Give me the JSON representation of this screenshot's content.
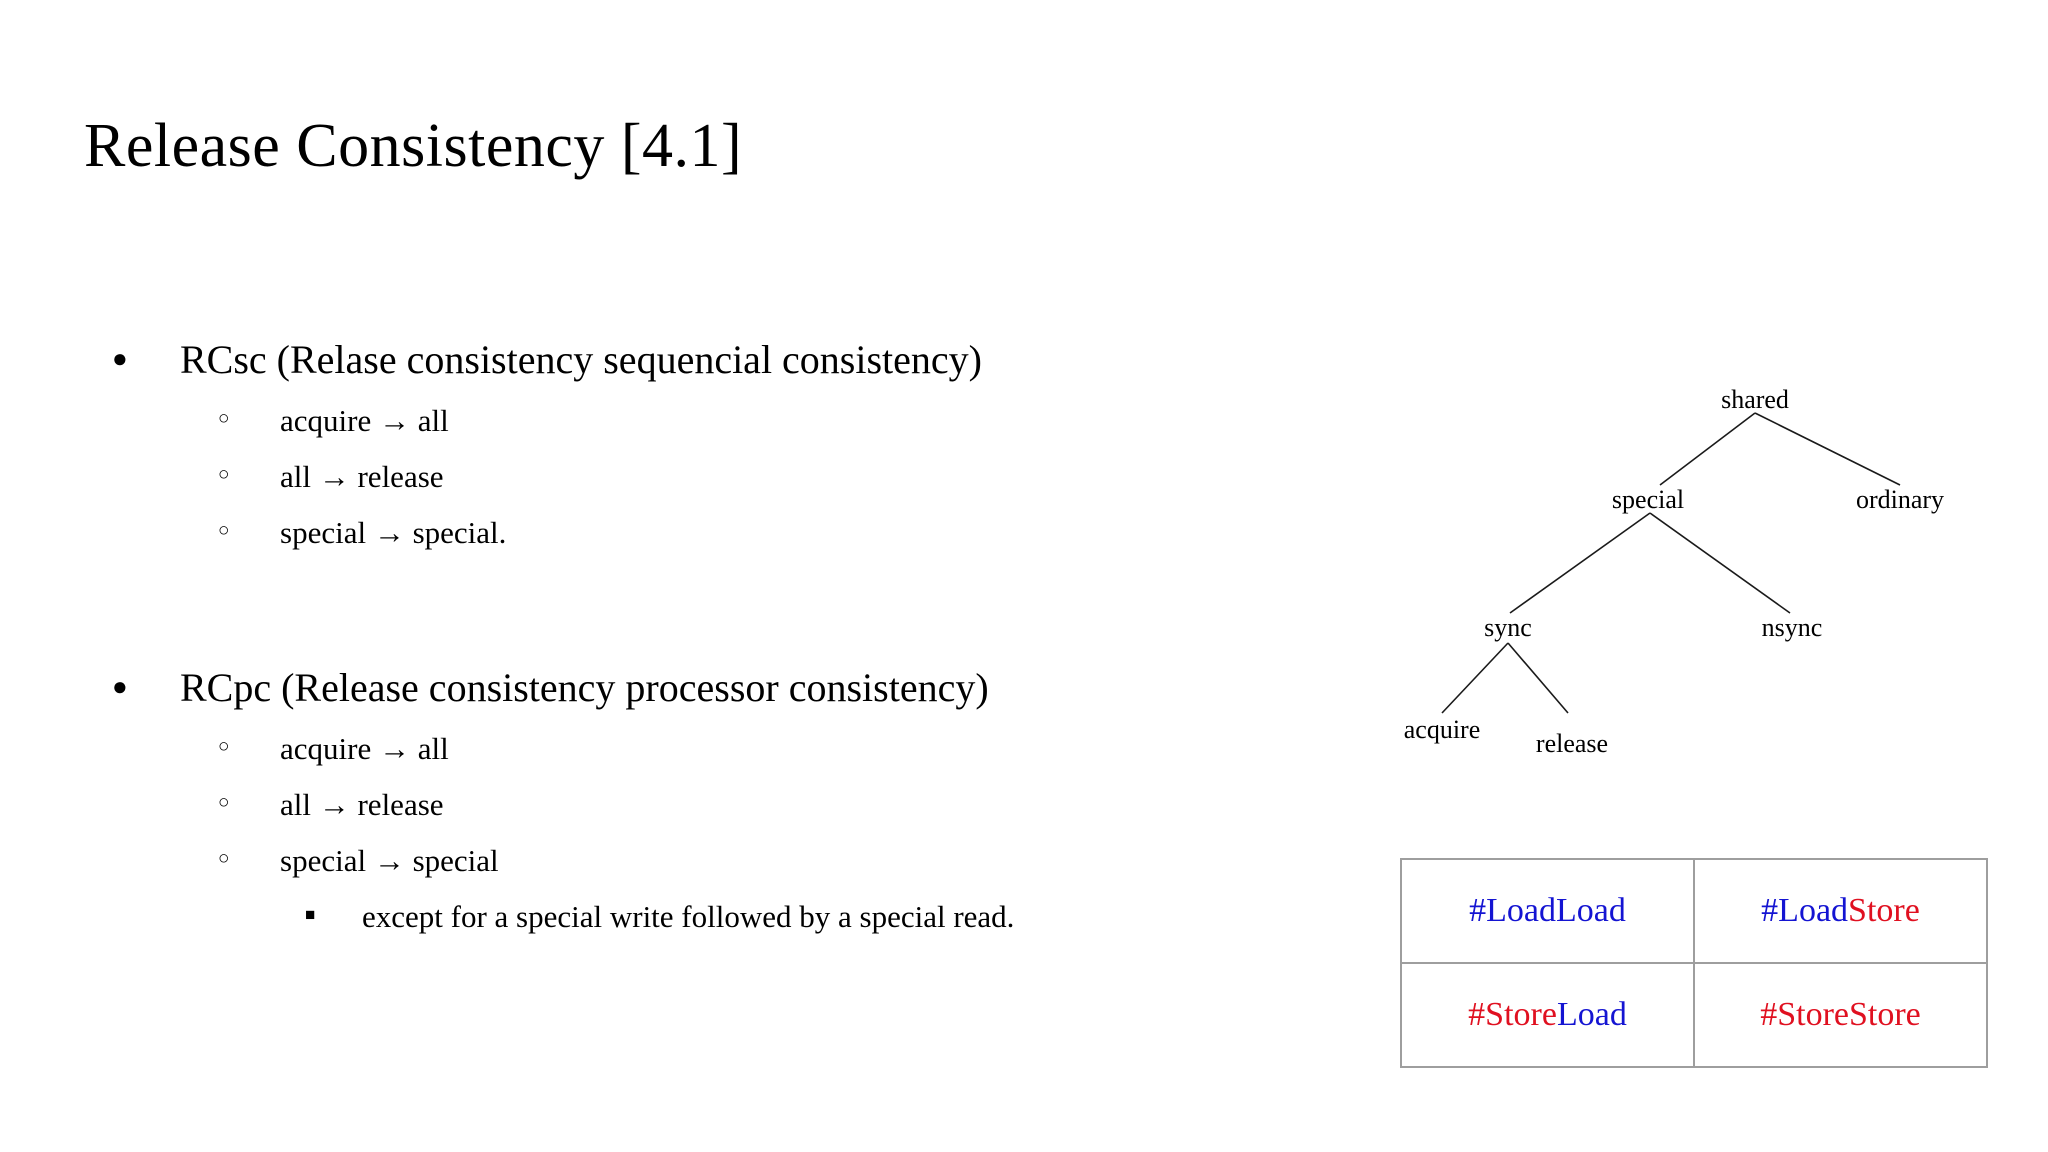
{
  "slide": {
    "title": "Release Consistency [4.1]"
  },
  "outline": {
    "bullet_marker_level1": "●",
    "bullet_marker_level2": "○",
    "bullet_marker_level3": "■",
    "groups": [
      {
        "heading": "RCsc (Relase consistency sequencial consistency)",
        "items": [
          "acquire → all",
          "all → release",
          "special → special."
        ]
      },
      {
        "heading": "RCpc (Release consistency processor consistency)",
        "items": [
          "acquire → all",
          "all → release",
          "special → special"
        ],
        "subitems": [
          "except for a special write followed by a special read."
        ]
      }
    ]
  },
  "tree": {
    "nodes": {
      "shared": "shared",
      "special": "special",
      "ordinary": "ordinary",
      "sync": "sync",
      "nsync": "nsync",
      "acquire": "acquire",
      "release": "release"
    },
    "edges": [
      [
        "shared",
        "special"
      ],
      [
        "shared",
        "ordinary"
      ],
      [
        "special",
        "sync"
      ],
      [
        "special",
        "nsync"
      ],
      [
        "sync",
        "acquire"
      ],
      [
        "sync",
        "release"
      ]
    ]
  },
  "barrier_table": {
    "rows": [
      [
        {
          "prefix": "#",
          "prefix_color": "blue",
          "first": "Load",
          "first_color": "blue",
          "second": "Load",
          "second_color": "blue"
        },
        {
          "prefix": "#",
          "prefix_color": "blue",
          "first": "Load",
          "first_color": "blue",
          "second": "Store",
          "second_color": "red"
        }
      ],
      [
        {
          "prefix": "#",
          "prefix_color": "red",
          "first": "Store",
          "first_color": "red",
          "second": "Load",
          "second_color": "blue"
        },
        {
          "prefix": "#",
          "prefix_color": "red",
          "first": "Store",
          "first_color": "red",
          "second": "Store",
          "second_color": "red"
        }
      ]
    ],
    "cells_text": [
      [
        "#LoadLoad",
        "#LoadStore"
      ],
      [
        "#StoreLoad",
        "#StoreStore"
      ]
    ]
  },
  "colors": {
    "blue": "#1414d2",
    "red": "#e01020",
    "border": "#9e9e9e",
    "background": "#ffffff",
    "text": "#000000"
  }
}
